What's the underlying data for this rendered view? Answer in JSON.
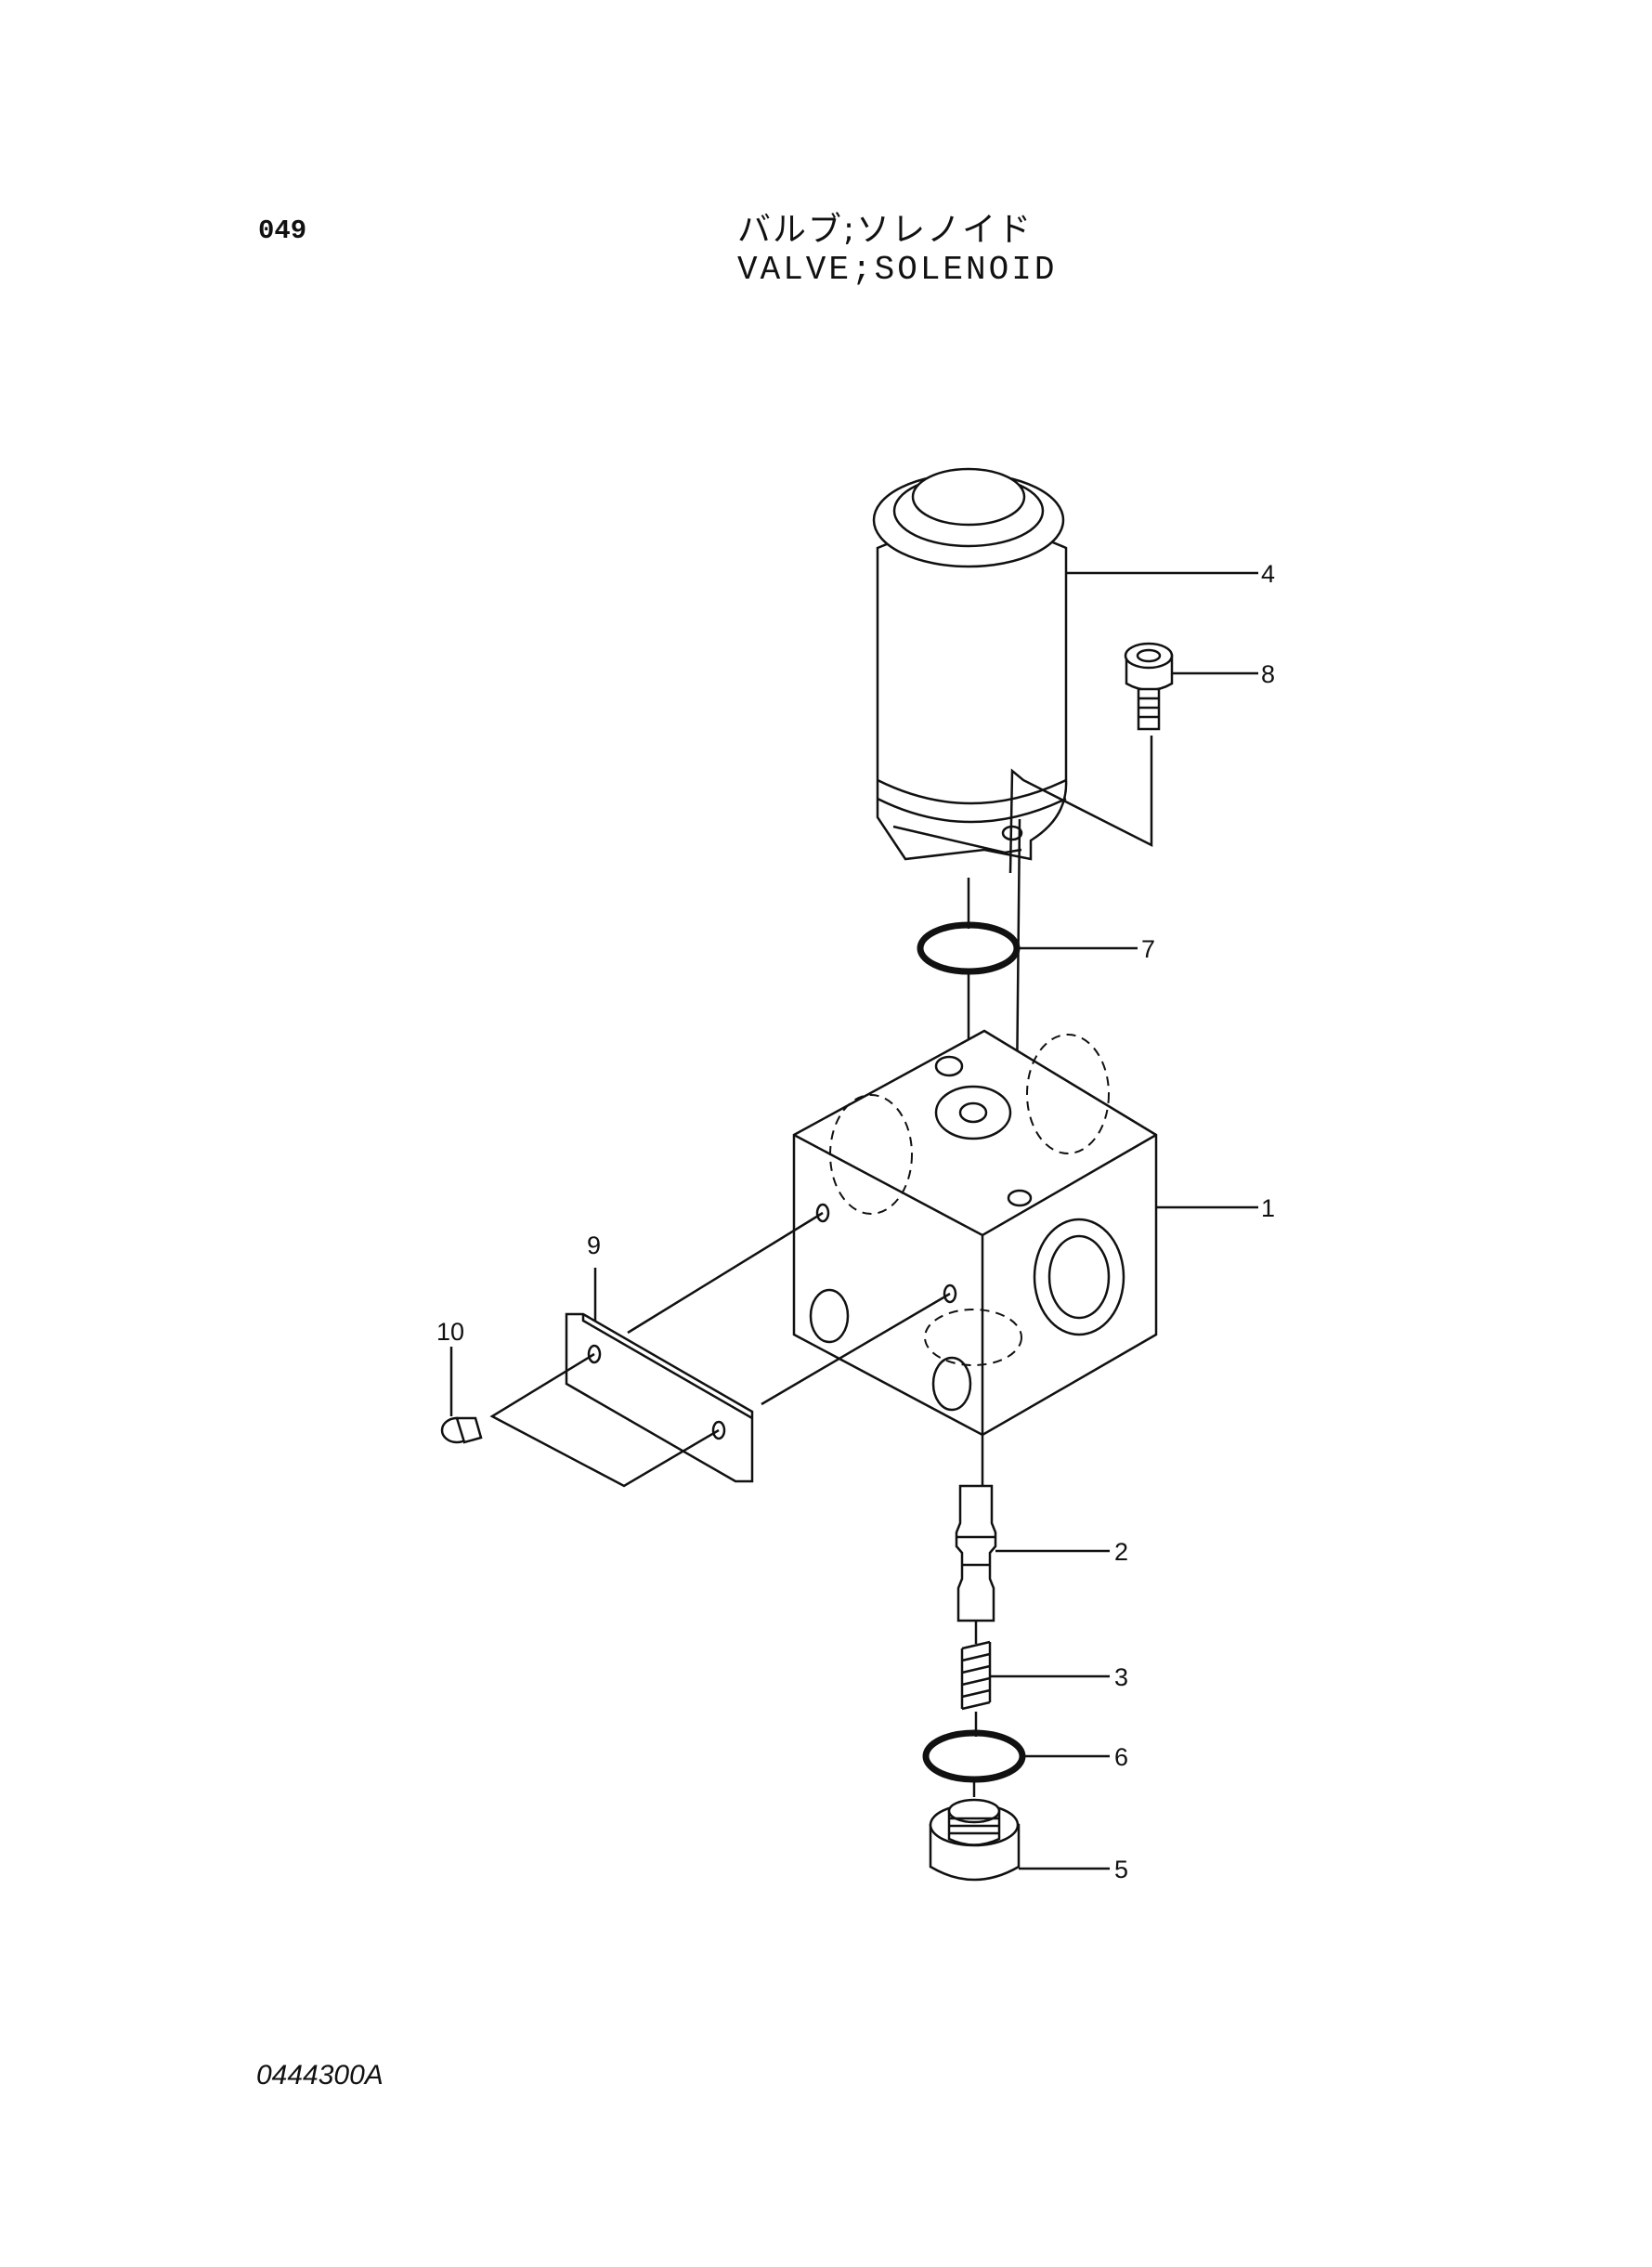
{
  "header": {
    "page_number": "049",
    "title_jp": "バルブ;ソレノイド",
    "title_en": "VALVE;SOLENOID"
  },
  "footer": {
    "drawing_code": "0444300A"
  },
  "callouts": [
    "1",
    "2",
    "3",
    "4",
    "5",
    "6",
    "7",
    "8",
    "9",
    "10"
  ]
}
